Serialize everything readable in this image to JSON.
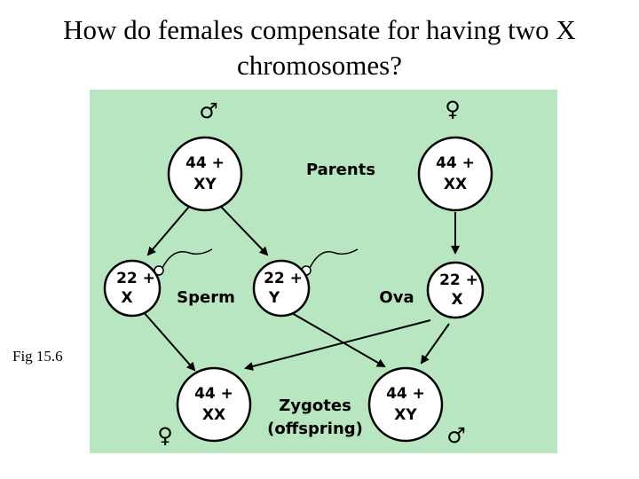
{
  "slide": {
    "title_line1": "How do females compensate for having two X",
    "title_line2": "chromosomes?",
    "fig_caption": "Fig 15.6"
  },
  "diagram": {
    "colors": {
      "background": "#b8e6c0",
      "circle_fill": "#ffffff",
      "stroke": "#000000"
    },
    "symbols": {
      "male": "♂",
      "female": "♀"
    },
    "labels": {
      "parents": "Parents",
      "sperm": "Sperm",
      "ova": "Ova",
      "zygotes": "Zygotes",
      "offspring": "(offspring)"
    },
    "nodes": {
      "parent_male": {
        "count": "44 +",
        "sex": "XY"
      },
      "parent_female": {
        "count": "44 +",
        "sex": "XX"
      },
      "sperm_x": {
        "count": "22 +",
        "sex": "X"
      },
      "sperm_y": {
        "count": "22 +",
        "sex": "Y"
      },
      "ovum_x": {
        "count": "22 +",
        "sex": "X"
      },
      "zygote_female": {
        "count": "44 +",
        "sex": "XX"
      },
      "zygote_male": {
        "count": "44 +",
        "sex": "XY"
      }
    }
  }
}
